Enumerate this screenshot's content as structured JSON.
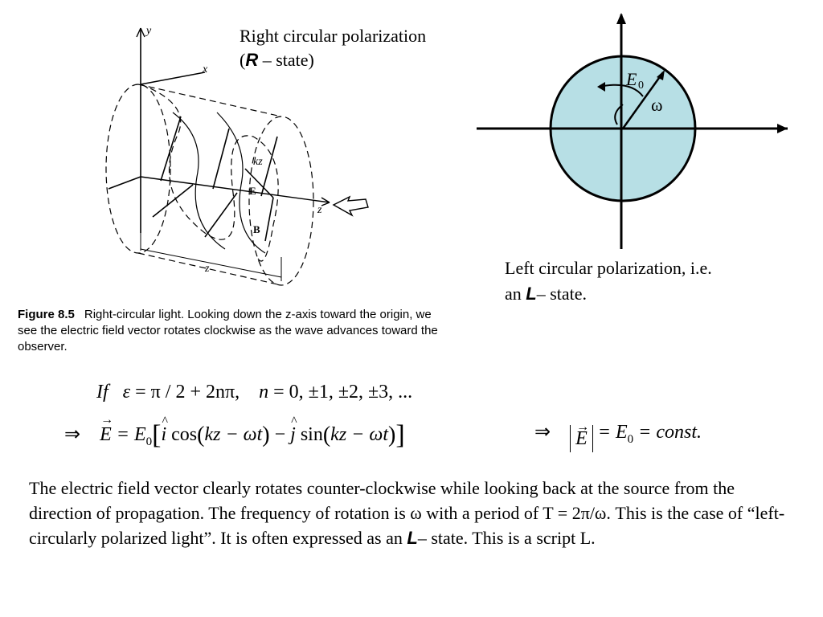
{
  "header": {
    "right_title_line1": "Right circular polarization",
    "right_title_open": "(",
    "right_title_symbol": "R",
    "right_title_rest": " – state)"
  },
  "figure_left": {
    "axis_y": "y",
    "axis_x": "x",
    "axis_z": "z",
    "axis_z_bottom": "z",
    "label_kz": "kz",
    "label_E": "E",
    "label_B": "B",
    "caption_number": "Figure 8.5",
    "caption_text": "Right-circular light. Looking down the z-axis toward the origin, we see the electric field vector rotates clockwise as the wave advances toward the observer."
  },
  "figure_right": {
    "label_E0_base": "E",
    "label_E0_sub": "0",
    "label_omega": "ω",
    "caption_line1": "Left circular polarization, i.e.",
    "caption_line2_pre": "an ",
    "caption_symbol": "L",
    "caption_line2_post": "– state.",
    "colors": {
      "disk_fill": "#b7dfe5",
      "stroke": "#000000"
    }
  },
  "equations": {
    "eq1_if": "If",
    "eq1_epsilon": "ε",
    "eq1_rest": " = π / 2 + 2nπ,",
    "eq1_n": "n",
    "eq1_values": " = 0,  ±1,  ±2,  ±3,  ...",
    "implies": "⇒",
    "E": "E",
    "eq2_equals_E0": " = E",
    "sub0": "0",
    "i_hat": "i",
    "cos": " cos",
    "kz": "kz",
    "minus_omega_t": " − ωt",
    "minus": " − ",
    "j_hat": "j",
    "sin": " sin",
    "eq3_rest": " = E",
    "eq3_const": " = const."
  },
  "paragraph": {
    "text_pre": "The electric field vector clearly rotates counter-clockwise while looking back at the source from the direction of propagation. The frequency of rotation is ω with a period of T = 2π/ω. This is the case of “left-circularly polarized light”. It is often expressed as an ",
    "symbol": "L",
    "text_post": "– state. This is a script L."
  }
}
